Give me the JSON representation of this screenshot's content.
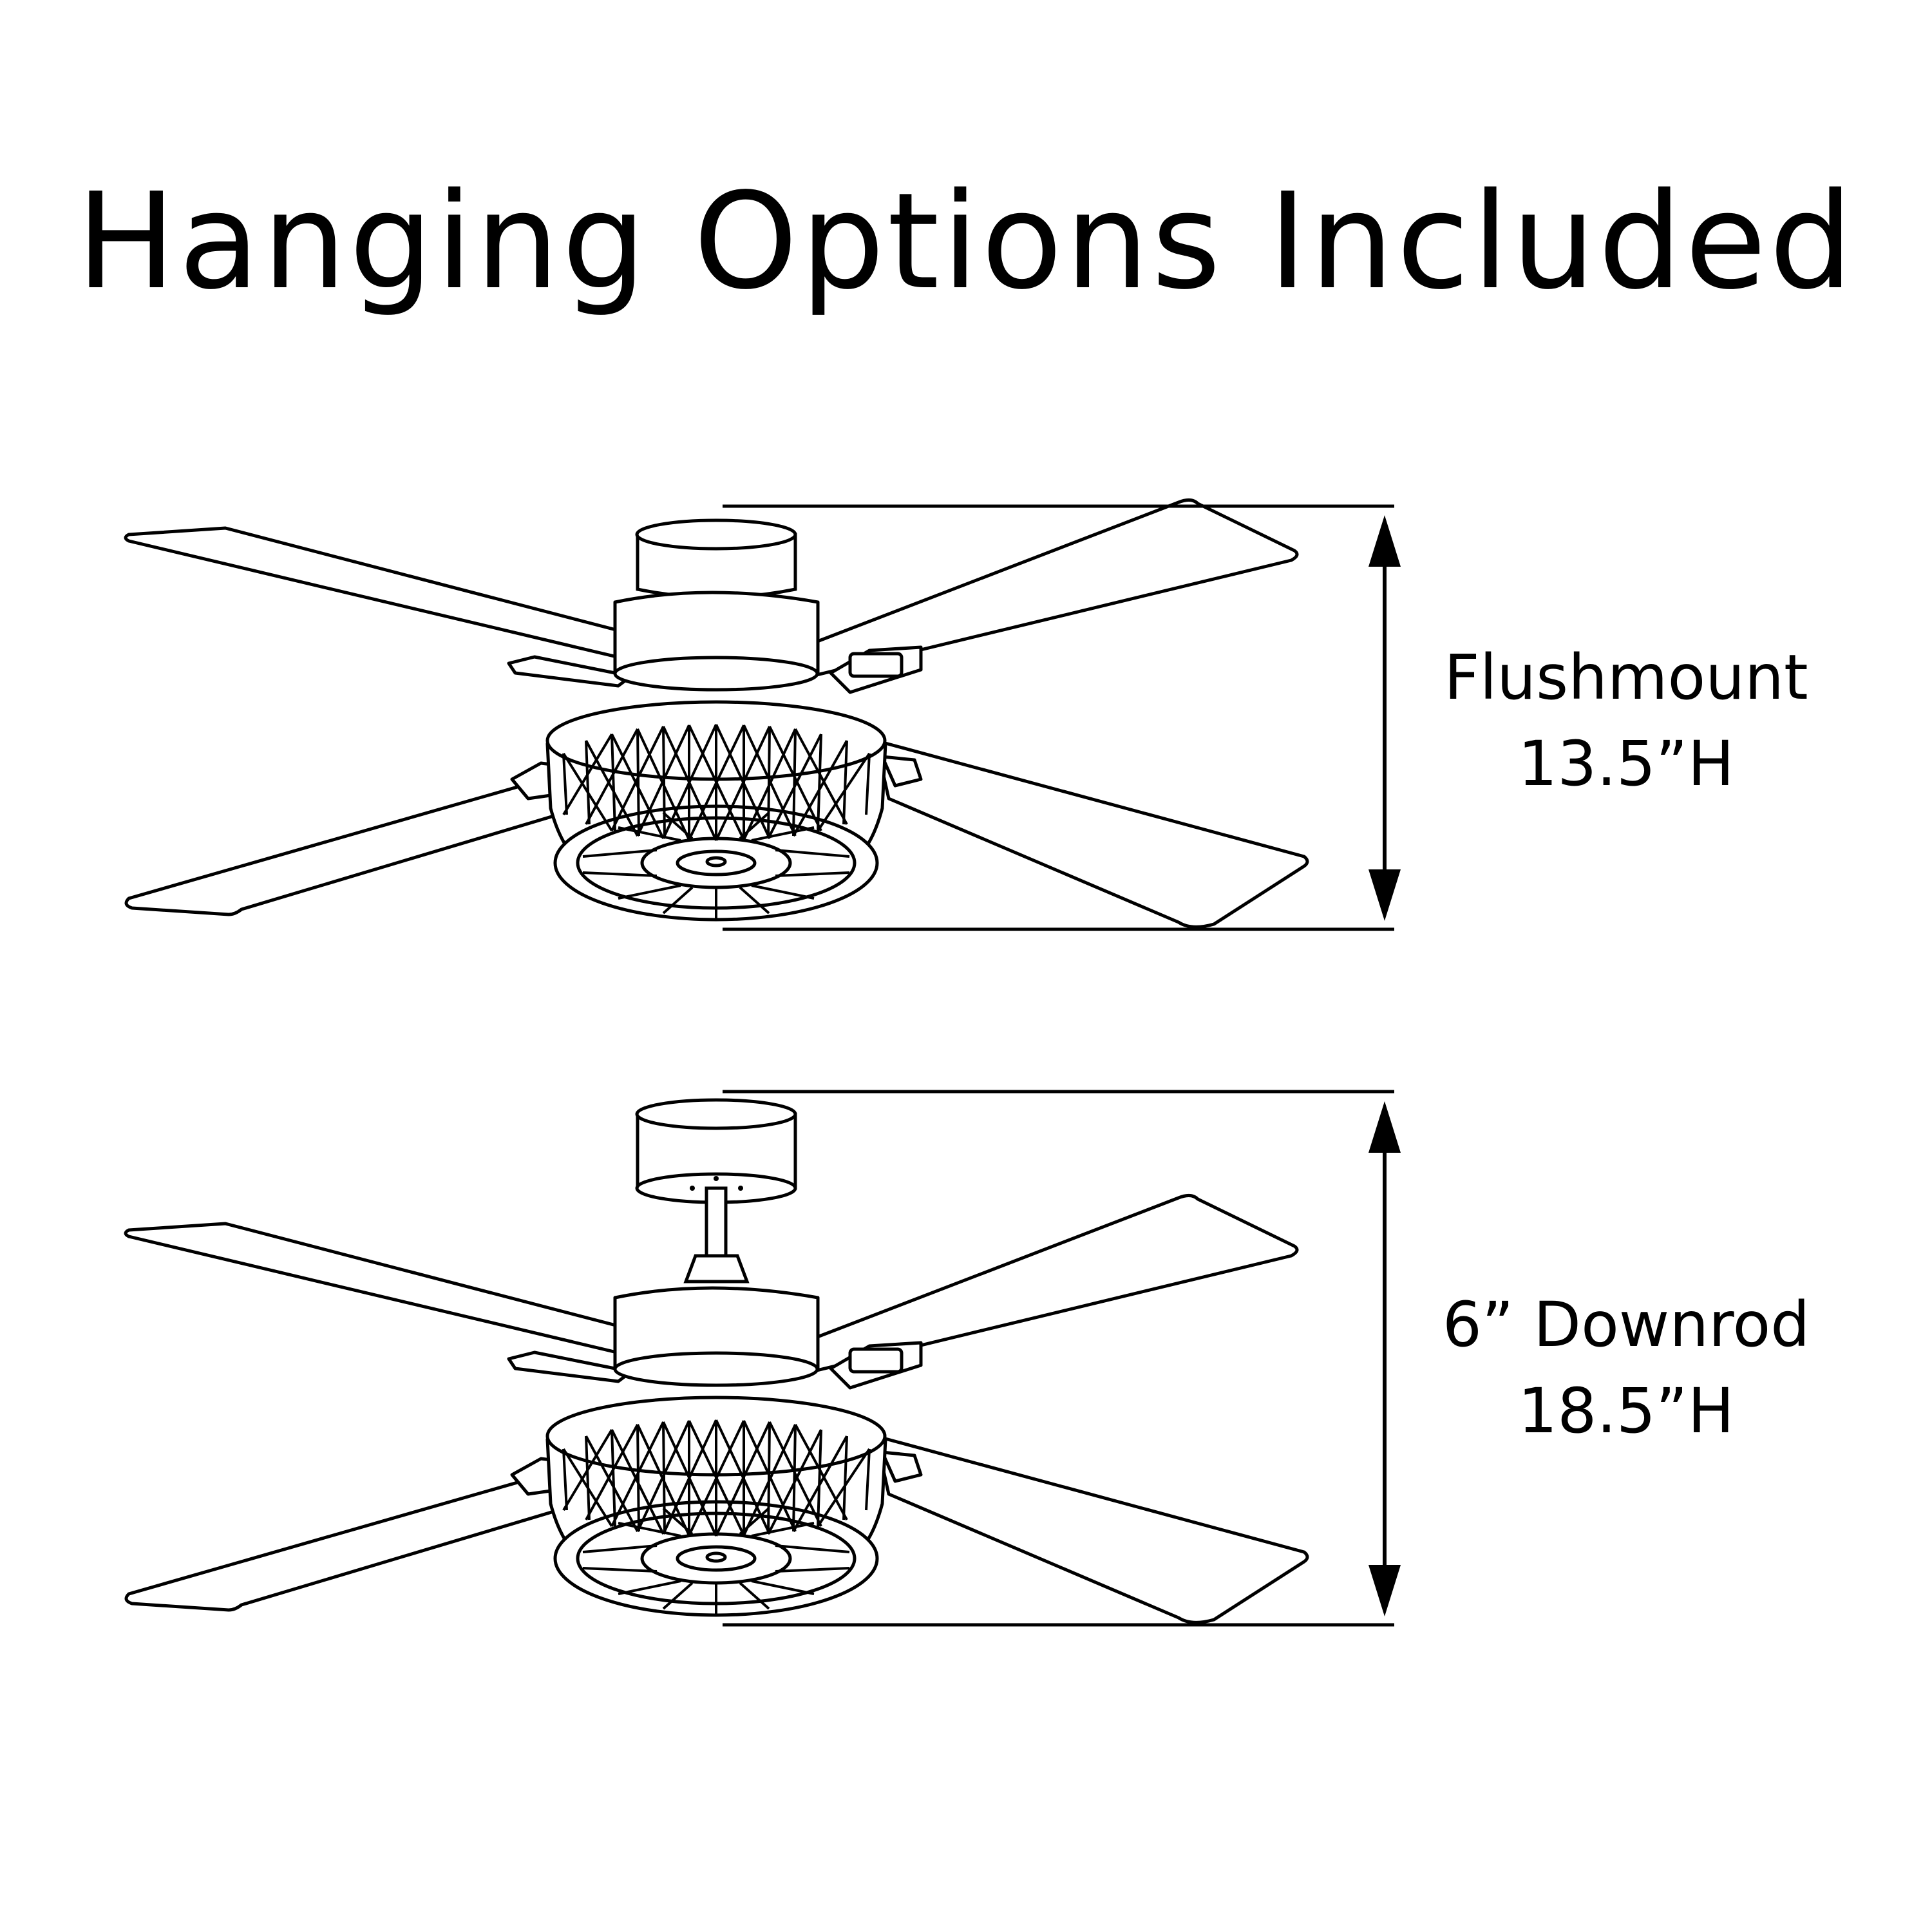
{
  "title": "Hanging Options Included",
  "options": [
    {
      "name": "Flushmount",
      "height": "13.5”H"
    },
    {
      "name": "6” Downrod",
      "height": "18.5”H"
    }
  ],
  "colors": {
    "line": "#000000",
    "background": "#ffffff"
  }
}
